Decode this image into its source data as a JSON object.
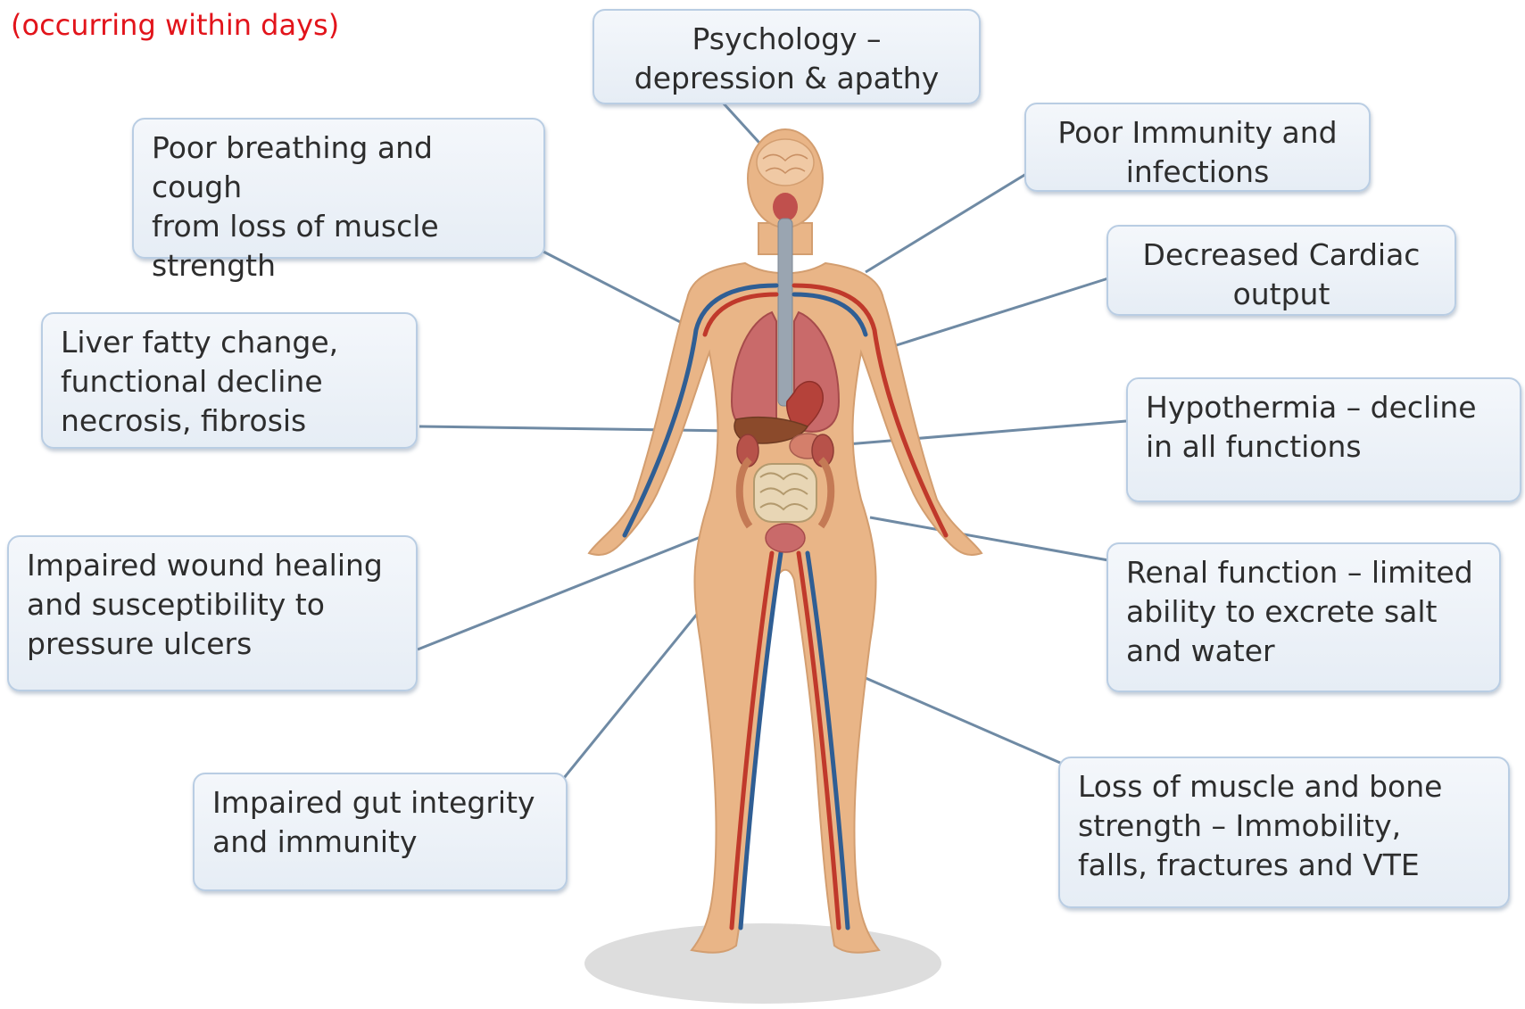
{
  "header": {
    "note": "(occurring within days)"
  },
  "boxes": {
    "psychology": "Psychology –\ndepression & apathy",
    "immunity": "Poor Immunity and\ninfections",
    "breathing": "Poor breathing and cough\nfrom loss of muscle\nstrength",
    "cardiac": "Decreased Cardiac\noutput",
    "liver": "Liver fatty change,\nfunctional decline\nnecrosis, fibrosis",
    "hypothermia": "Hypothermia – decline\nin all functions",
    "wound": "Impaired wound healing\nand susceptibility to\npressure ulcers",
    "renal": "Renal function – limited\nability to excrete salt\nand water",
    "gut": "Impaired gut integrity\nand immunity",
    "muscle": "Loss of muscle and bone\nstrength – Immobility,\nfalls, fractures and VTE"
  },
  "colors": {
    "note": "#e2141b",
    "box_fill": "#e6edf5",
    "box_border": "#b9cde3",
    "connector": "#6f8aa4",
    "skin": "#e9b587",
    "artery": "#c0392b",
    "vein": "#2f5e94"
  }
}
